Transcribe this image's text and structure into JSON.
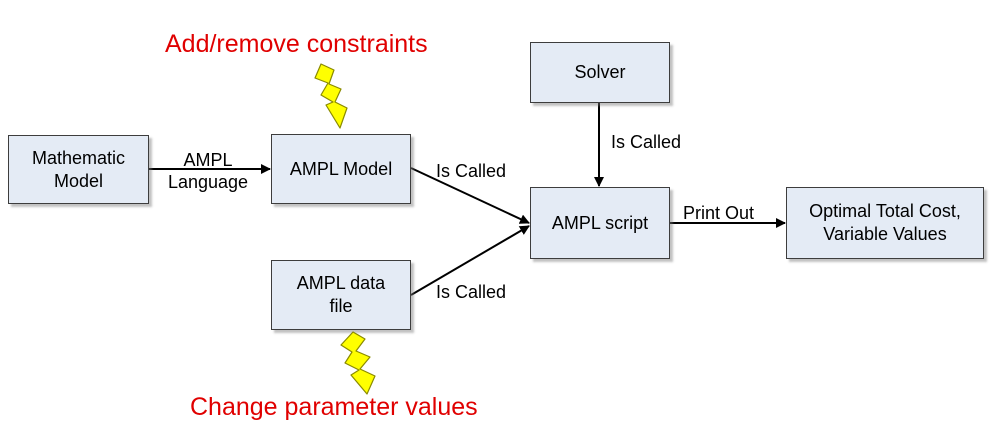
{
  "colors": {
    "box_fill": "#e4ebf5",
    "box_border": "#3d3d3d",
    "arrow": "#000000",
    "callout_text": "#e00000",
    "bolt_fill": "#ffff00",
    "bolt_stroke": "#8a8a00"
  },
  "nodes": {
    "mathematic_model": "Mathematic\nModel",
    "ampl_model": "AMPL Model",
    "ampl_data_file": "AMPL data\nfile",
    "solver": "Solver",
    "ampl_script": "AMPL script",
    "output": "Optimal Total Cost,\nVariable Values"
  },
  "edges": {
    "ampl_language": "AMPL\nLanguage",
    "model_is_called": "Is Called",
    "data_is_called": "Is Called",
    "solver_is_called": "Is Called",
    "print_out": "Print Out"
  },
  "callouts": {
    "constraints": "Add/remove constraints",
    "parameters": "Change parameter values"
  },
  "icons": {
    "top_bolt": "lightning-bolt-icon",
    "bottom_bolt": "lightning-bolt-icon"
  }
}
